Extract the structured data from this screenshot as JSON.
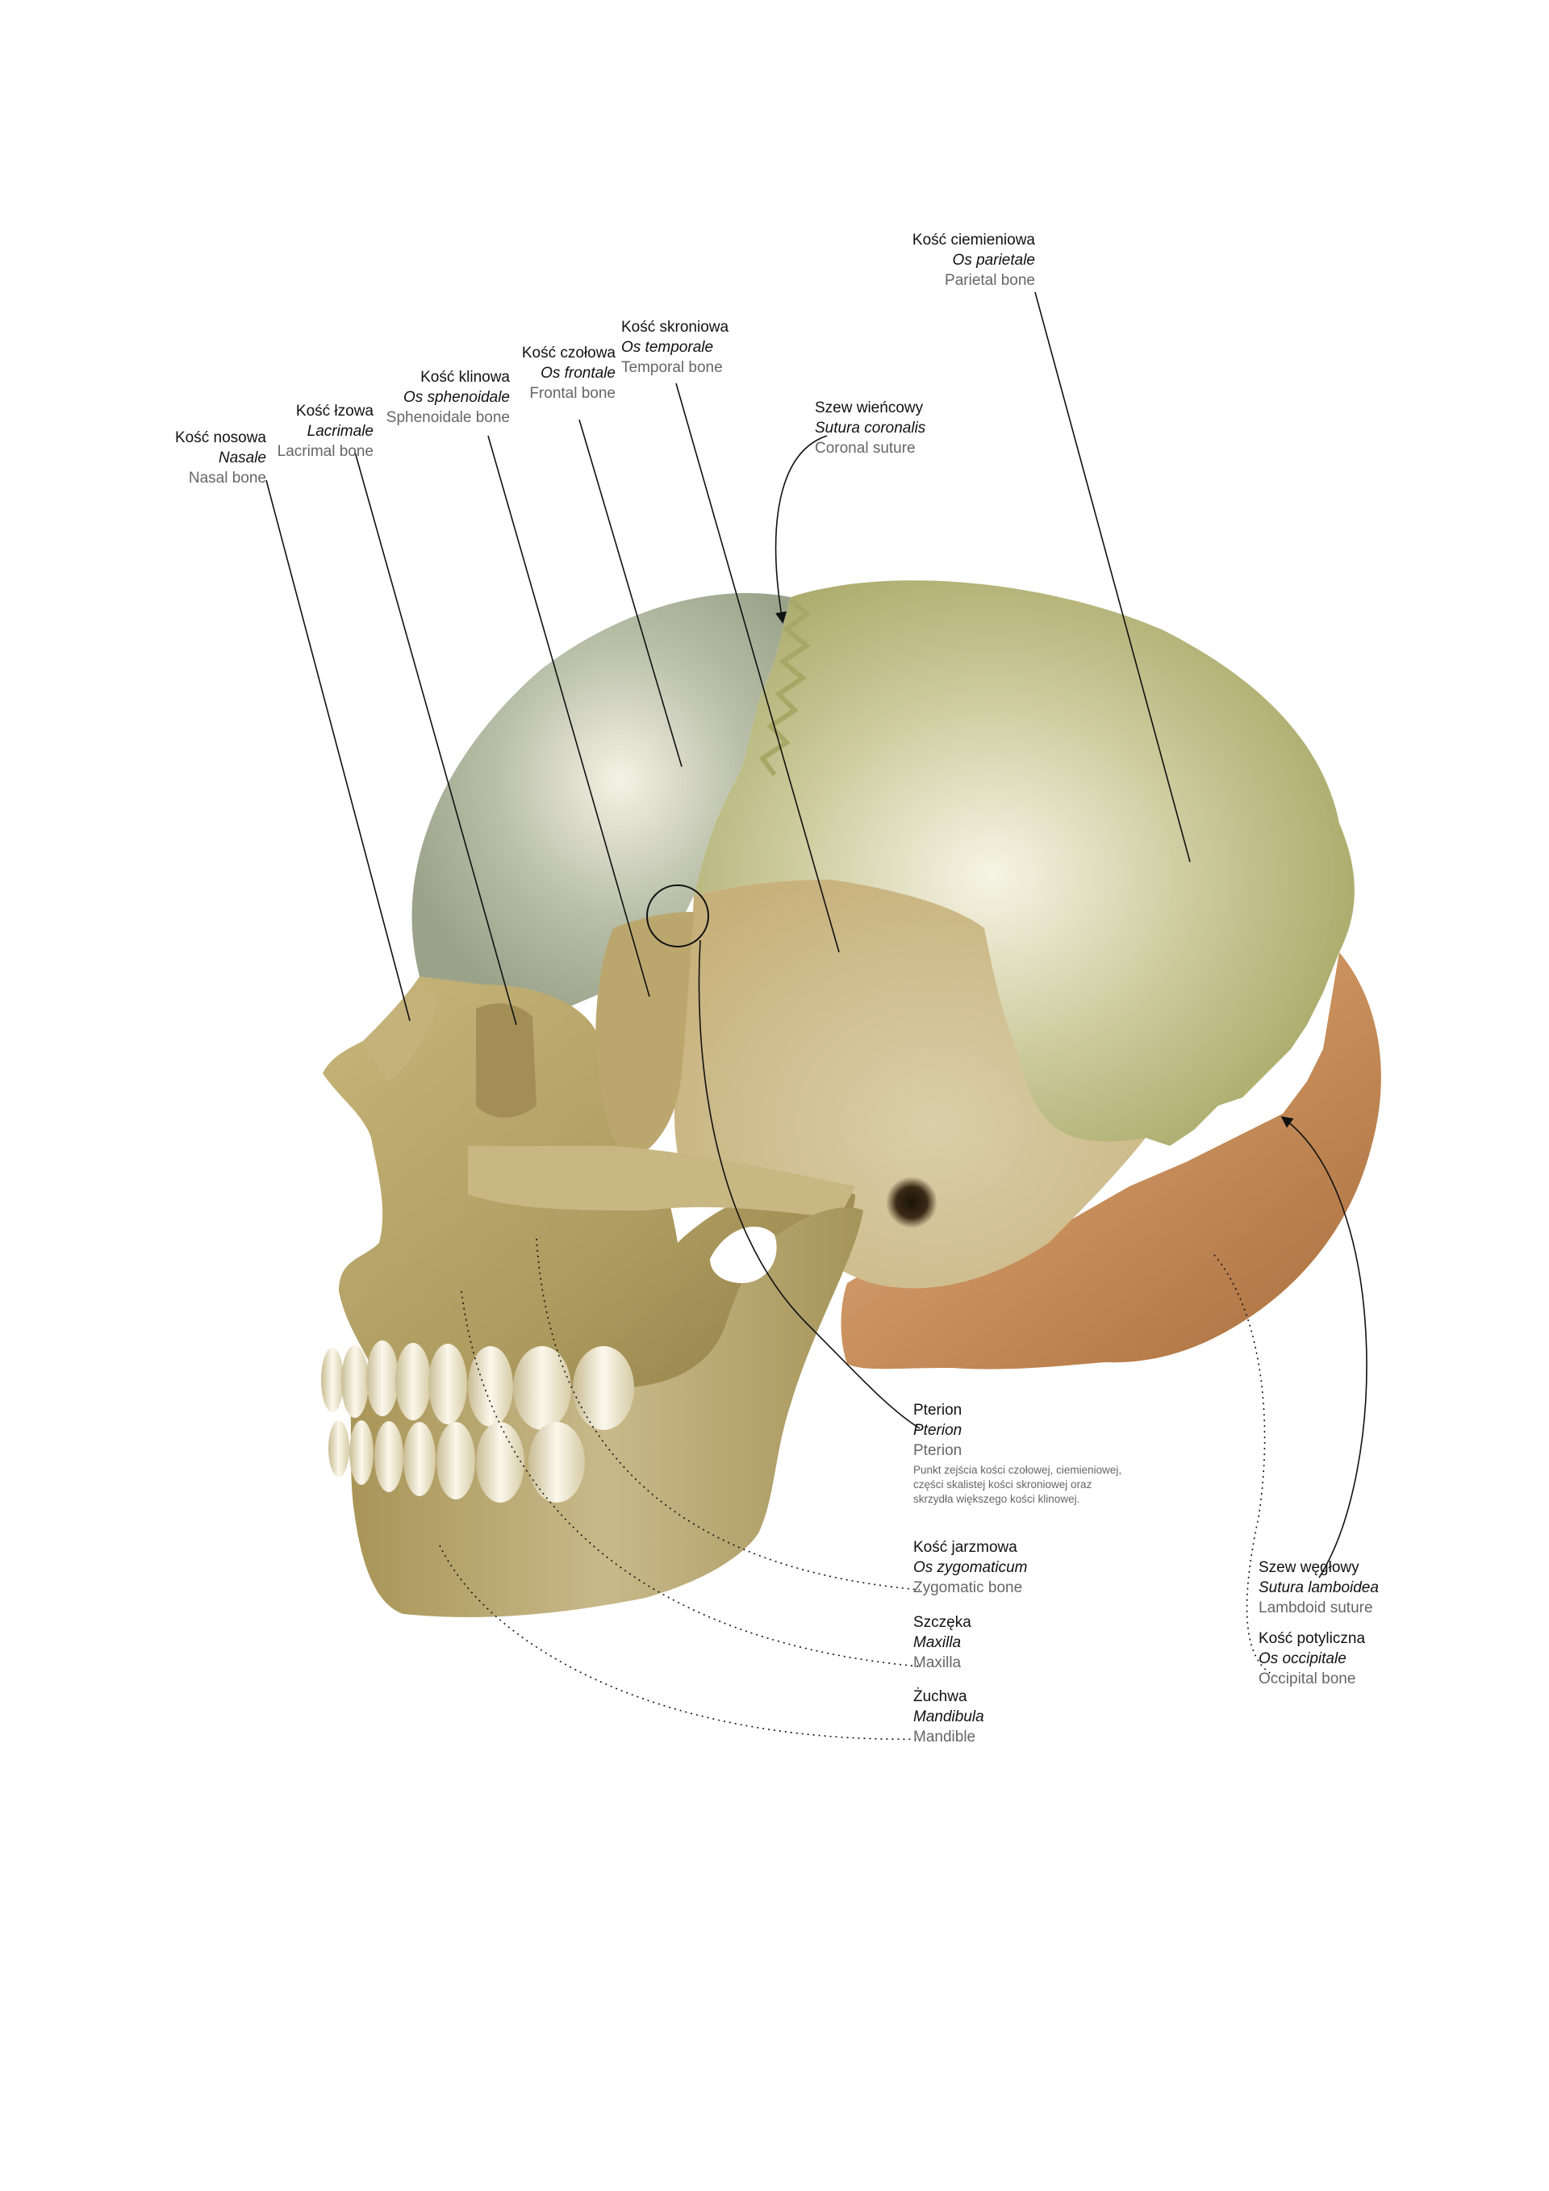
{
  "colors": {
    "frontal": "#9fa890",
    "parietal": "#b6b67d",
    "temporal": "#cfc194",
    "occipital": "#b88754",
    "face": "#b4a46a",
    "mandible": "#b9a86b",
    "teeth": "#ece6cf"
  },
  "labels": {
    "nasal": {
      "pl": "Kość nosowa",
      "la": "Nasale",
      "en": "Nasal bone"
    },
    "lacrimal": {
      "pl": "Kość łzowa",
      "la": "Lacrimale",
      "en": "Lacrimal bone"
    },
    "sphenoid": {
      "pl": "Kość klinowa",
      "la": "Os sphenoidale",
      "en": "Sphenoidale bone"
    },
    "frontal": {
      "pl": "Kość czołowa",
      "la": "Os frontale",
      "en": "Frontal bone"
    },
    "temporal": {
      "pl": "Kość skroniowa",
      "la": "Os temporale",
      "en": "Temporal bone"
    },
    "parietal": {
      "pl": "Kość ciemieniowa",
      "la": "Os parietale",
      "en": "Parietal bone"
    },
    "coronal": {
      "pl": "Szew wieńcowy",
      "la": "Sutura coronalis",
      "en": "Coronal suture"
    },
    "pterion": {
      "pl": "Pterion",
      "la": "Pterion",
      "en": "Pterion",
      "desc": "Punkt zejścia kości czołowej, ciemieniowej, części skalistej kości skroniowej oraz skrzydła większego kości klinowej."
    },
    "zygomatic": {
      "pl": "Kość jarzmowa",
      "la": "Os zygomaticum",
      "en": "Zygomatic bone"
    },
    "maxilla": {
      "pl": "Szczęka",
      "la": "Maxilla",
      "en": "Maxilla"
    },
    "mandible": {
      "pl": "Żuchwa",
      "la": "Mandibula",
      "en": "Mandible"
    },
    "lambdoid": {
      "pl": "Szew węgłowy",
      "la": "Sutura lamboidea",
      "en": "Lambdoid suture"
    },
    "occipital": {
      "pl": "Kość potyliczna",
      "la": "Os occipitale",
      "en": "Occipital bone"
    }
  }
}
